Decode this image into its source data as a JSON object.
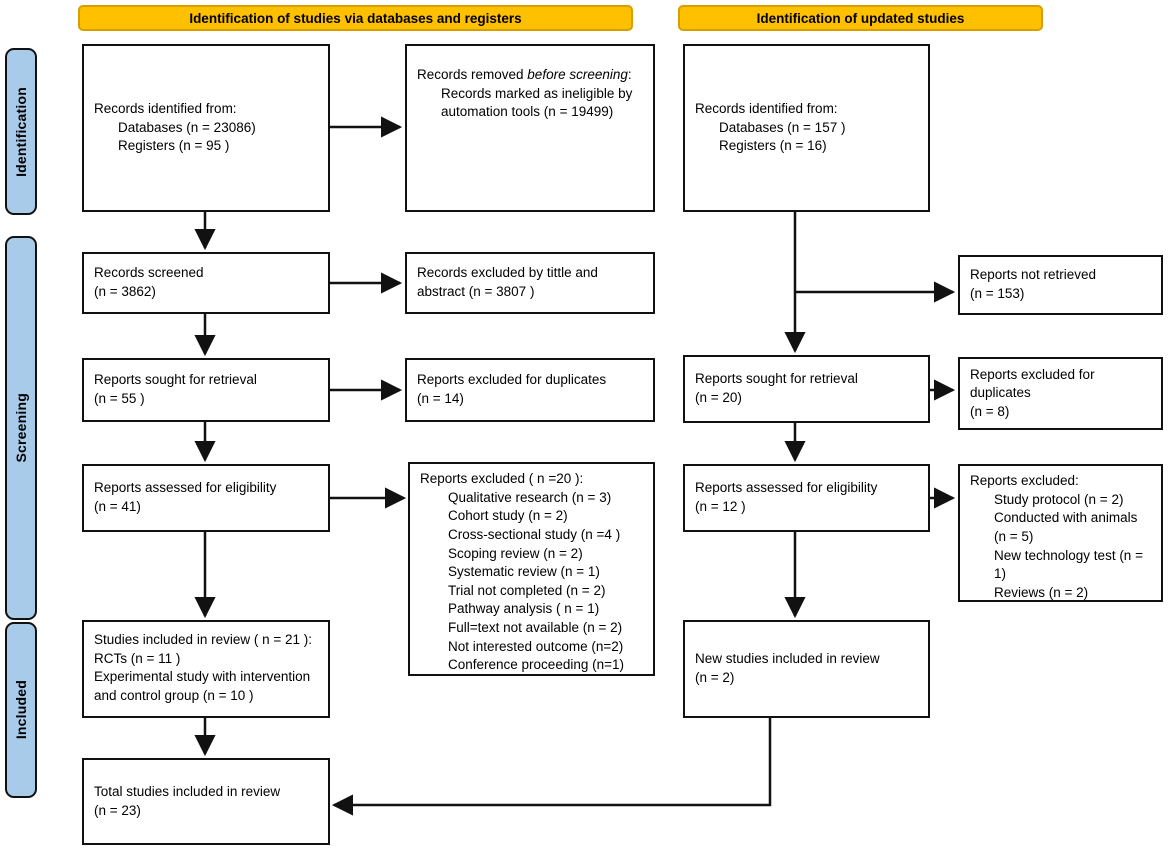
{
  "banners": {
    "databases": "Identification of studies via databases and registers",
    "updated": "Identification of updated studies"
  },
  "sidebar": {
    "identification": "Identification",
    "screening": "Screening",
    "included": "Included"
  },
  "colors": {
    "banner_fill": "#FFC000",
    "banner_border": "#D89E00",
    "sidebar_fill": "#A9CBEA",
    "box_border": "#111111",
    "arrow": "#111111"
  },
  "left": {
    "identified": [
      "Records identified from:",
      "Databases (n = 23086)",
      "Registers (n = 95 )"
    ],
    "removed": {
      "prefix": "Records removed ",
      "italic": "before screening",
      "suffix": ":",
      "detail": "Records marked as ineligible by automation tools (n = 19499)"
    },
    "screened": [
      "Records screened",
      "(n = 3862)"
    ],
    "excluded_title_abstract": "Records excluded by tittle and abstract (n = 3807 )",
    "sought": [
      "Reports sought for retrieval",
      "(n = 55 )"
    ],
    "excluded_duplicates": [
      "Reports excluded for duplicates",
      "(n = 14)"
    ],
    "assessed": [
      "Reports assessed for eligibility",
      "(n = 41)"
    ],
    "excluded_reports": {
      "title": "Reports excluded ( n =20 ):",
      "items": [
        "Qualitative research (n = 3)",
        "Cohort study (n = 2)",
        "Cross-sectional study (n =4 )",
        "Scoping review (n = 2)",
        "Systematic review (n = 1)",
        "Trial not completed (n = 2)",
        "Pathway analysis ( n = 1)",
        "Full=text not available (n = 2)",
        "Not interested outcome (n=2)",
        "Conference proceeding (n=1)"
      ]
    },
    "included_review": [
      "Studies included in review ( n = 21 ):",
      "RCTs (n = 11 )",
      "Experimental study with intervention and control group (n = 10 )"
    ],
    "total": [
      "Total studies included in review",
      "(n = 23)"
    ]
  },
  "right": {
    "identified": [
      "Records identified from:",
      "Databases (n = 157 )",
      "Registers (n = 16)"
    ],
    "not_retrieved": [
      "Reports not retrieved",
      "(n = 153)"
    ],
    "sought": [
      "Reports sought for retrieval",
      "(n = 20)"
    ],
    "excluded_duplicates": [
      "Reports excluded for duplicates",
      "(n = 8)"
    ],
    "assessed": [
      "Reports assessed for eligibility",
      "(n = 12 )"
    ],
    "excluded_reports": {
      "title": "Reports excluded:",
      "items": [
        "Study protocol (n = 2)",
        "Conducted with animals (n = 5)",
        "New technology test (n = 1)",
        "Reviews (n = 2)"
      ]
    },
    "new_included": [
      "New studies included in review",
      "(n = 2)"
    ]
  }
}
